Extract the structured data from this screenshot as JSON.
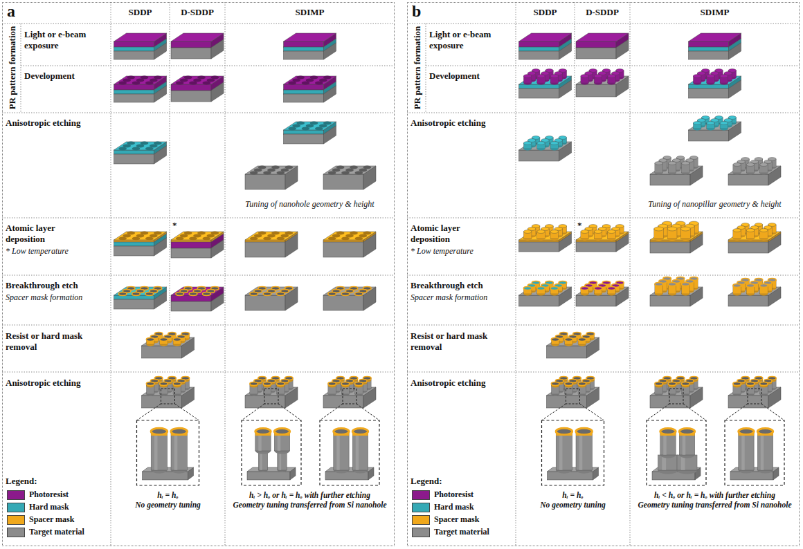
{
  "diagram": {
    "nodes": [
      {
        "text": [
          "a"
        ]
      },
      {
        "text": [
          "b"
        ]
      }
    ],
    "labels": [
      "SDDP",
      "D-SDDP",
      "SDIMP",
      "PR pattern formation",
      "Light or e-beam exposure",
      "Development",
      "Anisotropic etching",
      "Tuning of nanohole geometry & height",
      "Atomic layer deposition",
      "* Low temperature",
      "*",
      "Breakthrough etch",
      "Spacer mask formation",
      "Resist or hard mask removal",
      "Anisotropic etching",
      "Legend:",
      "hᵢ = hₒ",
      "No geometry tuning",
      "hᵢ > hₒ or hᵢ = hₒ with further etching",
      "Geometry tuning transferred from Si nanohole",
      "SDDP",
      "D-SDDP",
      "SDIMP",
      "PR pattern formation",
      "Light or e-beam exposure",
      "Development",
      "Anisotropic etching",
      "Tuning of nanopillar geometry & height",
      "Atomic layer deposition",
      "* Low temperature",
      "*",
      "Breakthrough etch",
      "Spacer mask formation",
      "Resist or hard mask removal",
      "Anisotropic etching",
      "Legend:",
      "hᵢ = hₒ",
      "No geometry tuning",
      "hᵢ < hₒ or hᵢ = hₒ with further etching",
      "Geometry tuning transferred from Si nanohole"
    ],
    "legend": [
      {
        "text": "Photoresist",
        "color": "#8b1a8b"
      },
      {
        "text": "Hard mask",
        "color": "#35a9b5"
      },
      {
        "text": "Spacer mask",
        "color": "#f0a81c"
      },
      {
        "text": "Target material",
        "color": "#8c8c8c"
      },
      {
        "text": "Photoresist",
        "color": "#8b1a8b"
      },
      {
        "text": "Hard mask",
        "color": "#35a9b5"
      },
      {
        "text": "Spacer mask",
        "color": "#f0a81c"
      },
      {
        "text": "Target material",
        "color": "#8c8c8c"
      }
    ]
  }
}
